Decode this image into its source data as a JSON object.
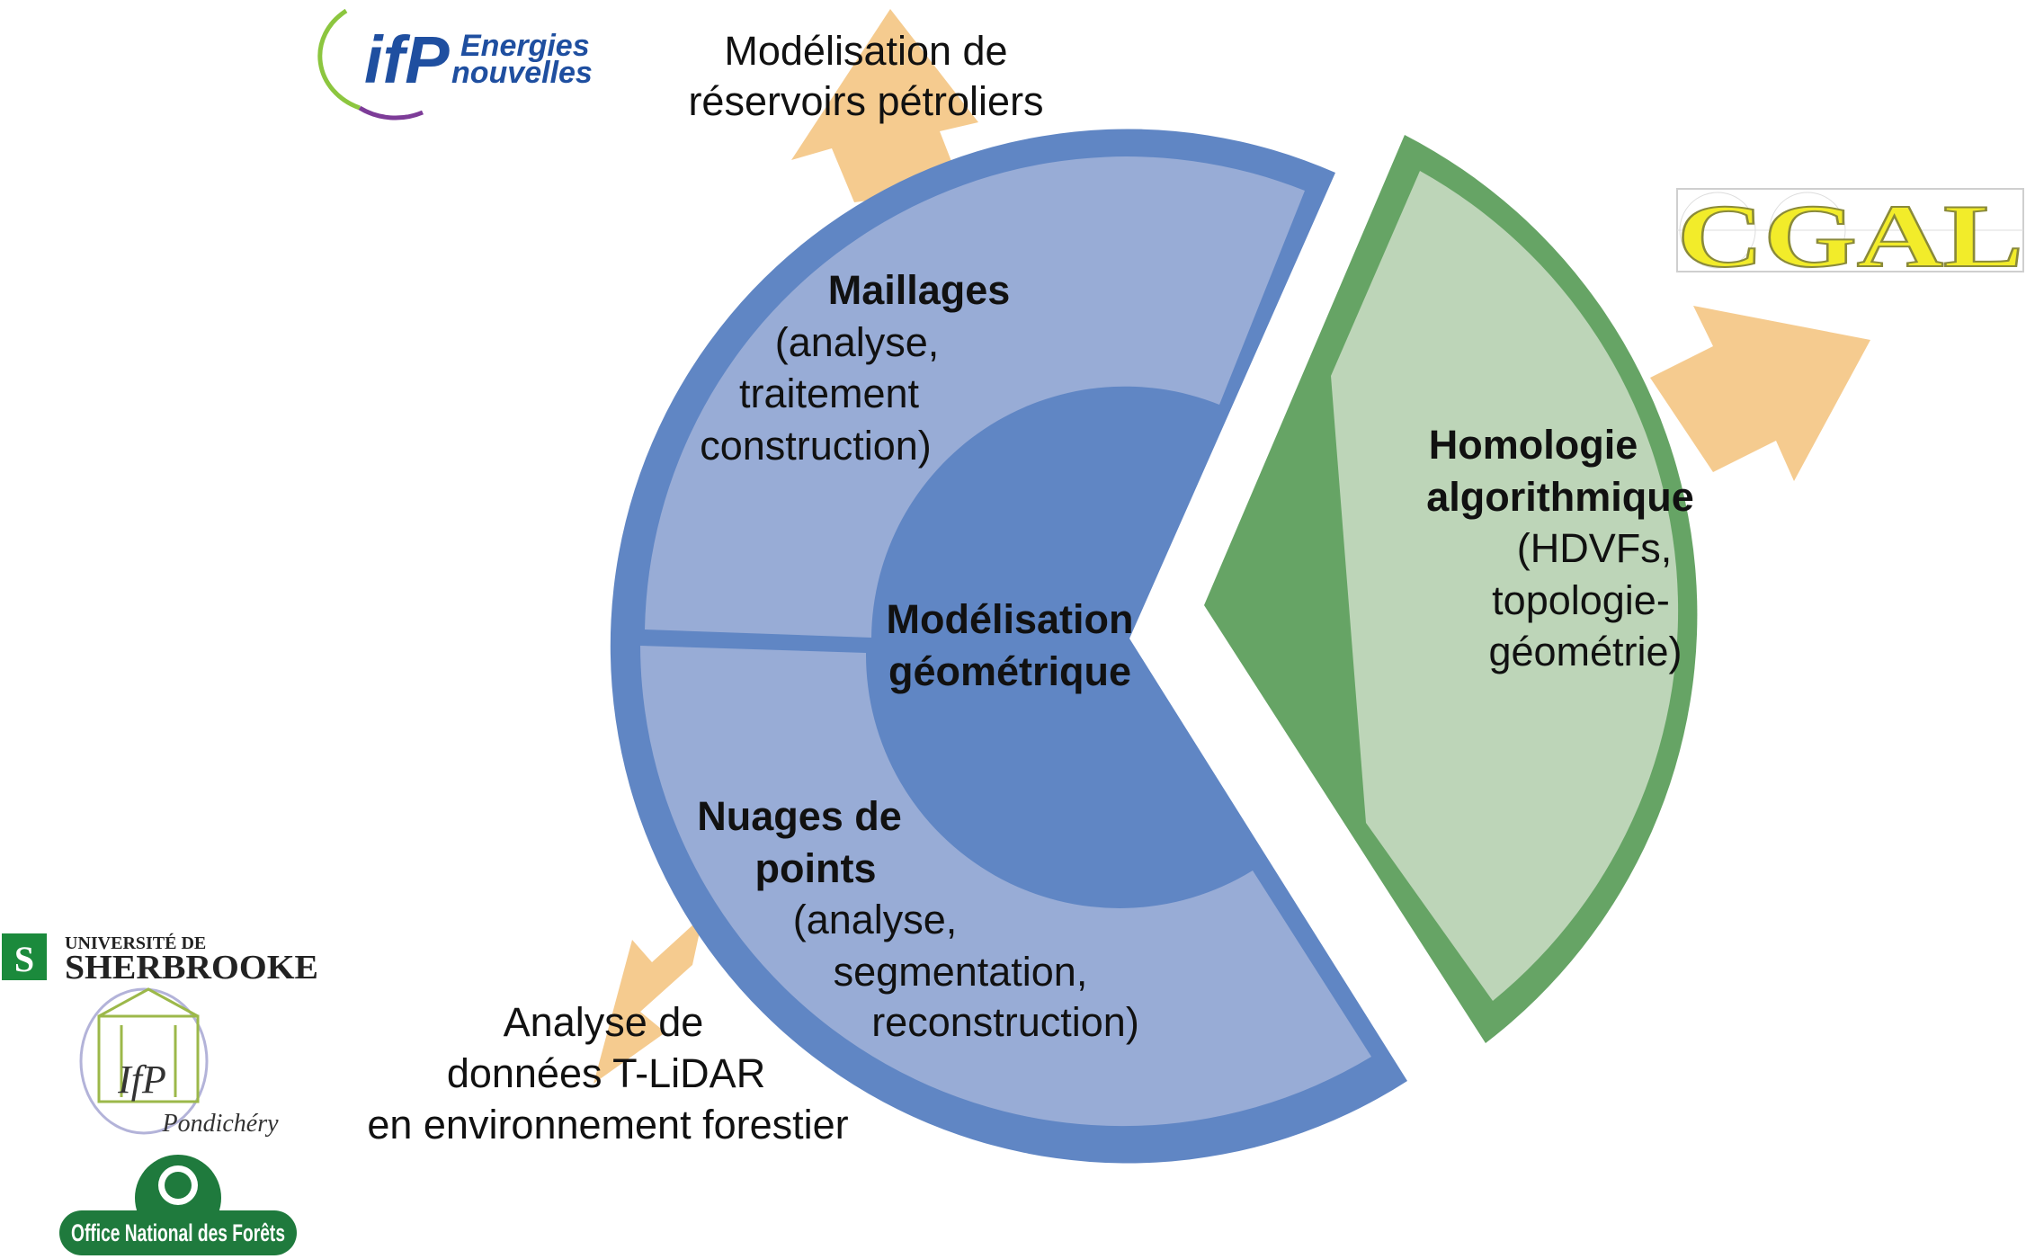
{
  "center": {
    "line1": "Modélisation",
    "line2": "géométrique"
  },
  "meshes": {
    "title": "Maillages",
    "lines": [
      "(analyse,",
      "traitement",
      "construction)"
    ]
  },
  "points": {
    "title_line1": "Nuages de",
    "title_line2": "points",
    "lines": [
      "(analyse,",
      "segmentation,",
      "reconstruction)"
    ]
  },
  "homology": {
    "title_line1": "Homologie",
    "title_line2": "algorithmique",
    "lines": [
      "(HDVFs,",
      "topologie-",
      "géométrie)"
    ]
  },
  "arrow_top": {
    "line1": "Modélisation de",
    "line2": "réservoirs pétroliers"
  },
  "arrow_bottom": {
    "line1": "Analyse de",
    "line2": "données T-LiDAR",
    "line3": "en environnement forestier"
  },
  "logos": {
    "ifpen": {
      "mark": "ifP",
      "line1": "Energies",
      "line2": "nouvelles"
    },
    "cgal": {
      "text": "CGAL"
    },
    "sherbrooke": {
      "line1": "UNIVERSITÉ DE",
      "line2": "SHERBROOKE"
    },
    "pondichery": {
      "mark": "IfP",
      "text": "Pondichéry"
    },
    "onf": {
      "text": "Office National des Forêts"
    }
  },
  "colors": {
    "blue_dark": "#6086c4",
    "blue_light": "#98acd6",
    "green_dark": "#66a465",
    "green_light": "#bdd5b8",
    "arrow": "#f5cb8f"
  }
}
